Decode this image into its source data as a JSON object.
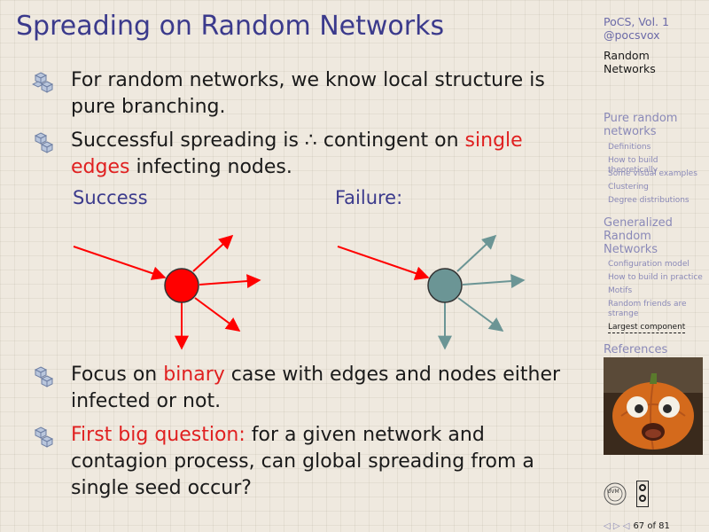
{
  "title": "Spreading on Random Networks",
  "bullets": {
    "b1": "For random networks, we know local structure is pure branching.",
    "b2_pre": "Successful spreading is ∴ contingent on ",
    "b2_highlight": "single edges",
    "b2_post": " infecting nodes.",
    "b3_pre": "Focus on ",
    "b3_highlight": "binary",
    "b3_post": " case with edges and nodes either infected or not.",
    "b4_highlight": "First big question:",
    "b4_post": " for a given network and contagion process, can global spreading from a single seed occur?"
  },
  "diagram": {
    "success_label": "Success",
    "failure_label": "Failure:",
    "success_color": "#ff0000",
    "failure_color": "#6b9595"
  },
  "sidebar": {
    "course": "PoCS, Vol. 1",
    "handle": "@pocsvox",
    "topic_line1": "Random",
    "topic_line2": "Networks",
    "sec1_line1": "Pure random",
    "sec1_line2": "networks",
    "sec1_items": [
      "Definitions",
      "How to build theoretically",
      "Some visual examples",
      "Clustering",
      "Degree distributions"
    ],
    "sec2_line1": "Generalized",
    "sec2_line2": "Random",
    "sec2_line3": "Networks",
    "sec2_items": [
      "Configuration model",
      "How to build in practice",
      "Motifs"
    ],
    "sec2_item4_line1": "Random friends are",
    "sec2_item4_line2": "strange",
    "sec2_active": "Largest component",
    "references": "References",
    "logo_text": "UVM",
    "page": "67 of 81"
  }
}
